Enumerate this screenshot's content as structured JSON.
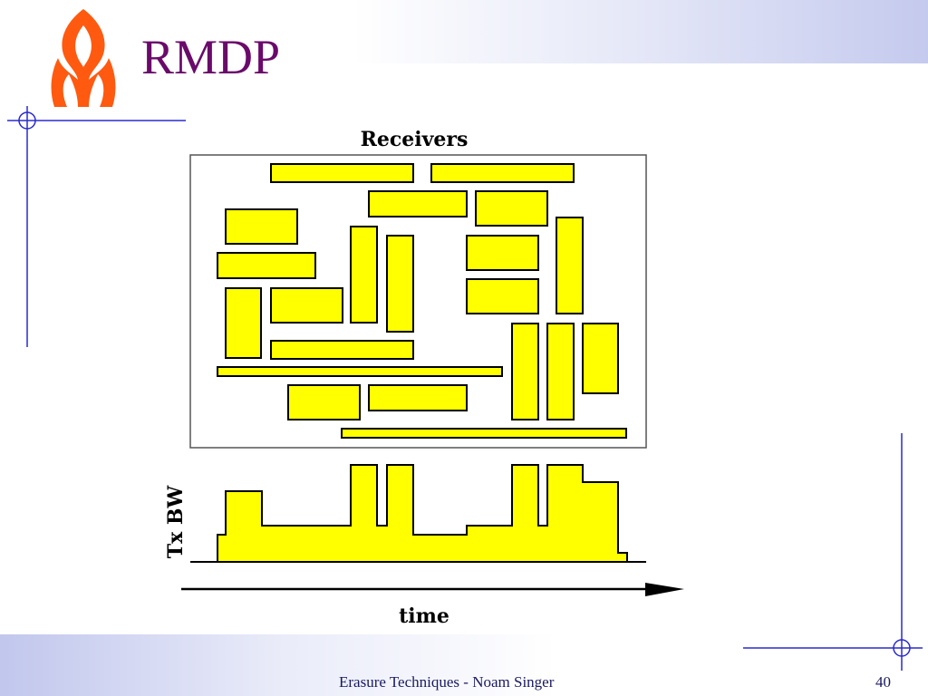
{
  "slide": {
    "title": "RMDP",
    "footer": "Erasure Techniques - Noam Singer",
    "page_number": "40"
  },
  "diagram": {
    "receivers_label": "Receivers",
    "y_axis_label": "Tx BW",
    "x_axis_label": "time"
  },
  "colors": {
    "title": "#6a0a6a",
    "block_fill": "#ffff00",
    "accent_lines": "#2a2ad0",
    "logo": "#ff5a10"
  }
}
